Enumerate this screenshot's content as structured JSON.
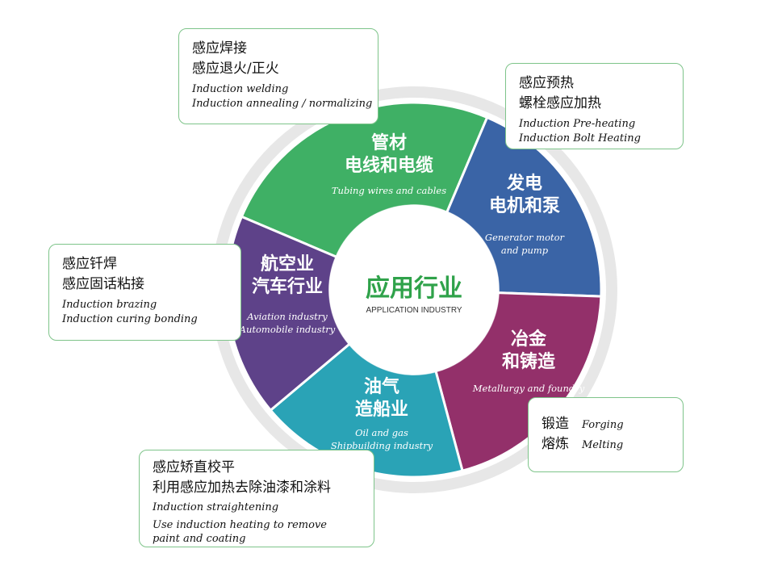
{
  "center": {
    "title_zh": "应用行业",
    "title_en": "APPLICATION INDUSTRY"
  },
  "segments": [
    {
      "zh": [
        "管材",
        "电线和电缆"
      ],
      "en": [
        "Tubing wires and cables"
      ],
      "color": "#3fb065"
    },
    {
      "zh": [
        "发电",
        "电机和泵"
      ],
      "en": [
        "Generator motor",
        "and pump"
      ],
      "color": "#3a64a6"
    },
    {
      "zh": [
        "冶金",
        "和铸造"
      ],
      "en": [
        "Metallurgy and foundry"
      ],
      "color": "#93306a"
    },
    {
      "zh": [
        "油气",
        "造船业"
      ],
      "en": [
        "Oil and gas",
        "Shipbuilding industry"
      ],
      "color": "#2aa3b6"
    },
    {
      "zh": [
        "航空业",
        "汽车行业"
      ],
      "en": [
        "Aviation industry",
        "Automobile industry"
      ],
      "color": "#5e4289"
    }
  ],
  "callouts": {
    "tubing": {
      "zh": [
        "感应焊接",
        "感应退火/正火"
      ],
      "en": [
        "Induction welding",
        "Induction annealing / normalizing"
      ]
    },
    "generator": {
      "zh": [
        "感应预热",
        "螺栓感应加热"
      ],
      "en": [
        "Induction Pre-heating",
        "Induction Bolt Heating"
      ]
    },
    "aviation": {
      "zh": [
        "感应钎焊",
        "感应固话粘接"
      ],
      "en": [
        "Induction brazing",
        "Induction curing bonding"
      ]
    },
    "metallurgy": {
      "items": [
        {
          "zh": "锻造",
          "en": "Forging"
        },
        {
          "zh": "熔炼",
          "en": "Melting"
        }
      ]
    },
    "oil": {
      "zh": [
        "感应矫直校平",
        "利用感应加热去除油漆和涂料"
      ],
      "en": [
        "Induction straightening",
        "Use induction heating to remove",
        "paint and coating"
      ]
    }
  }
}
